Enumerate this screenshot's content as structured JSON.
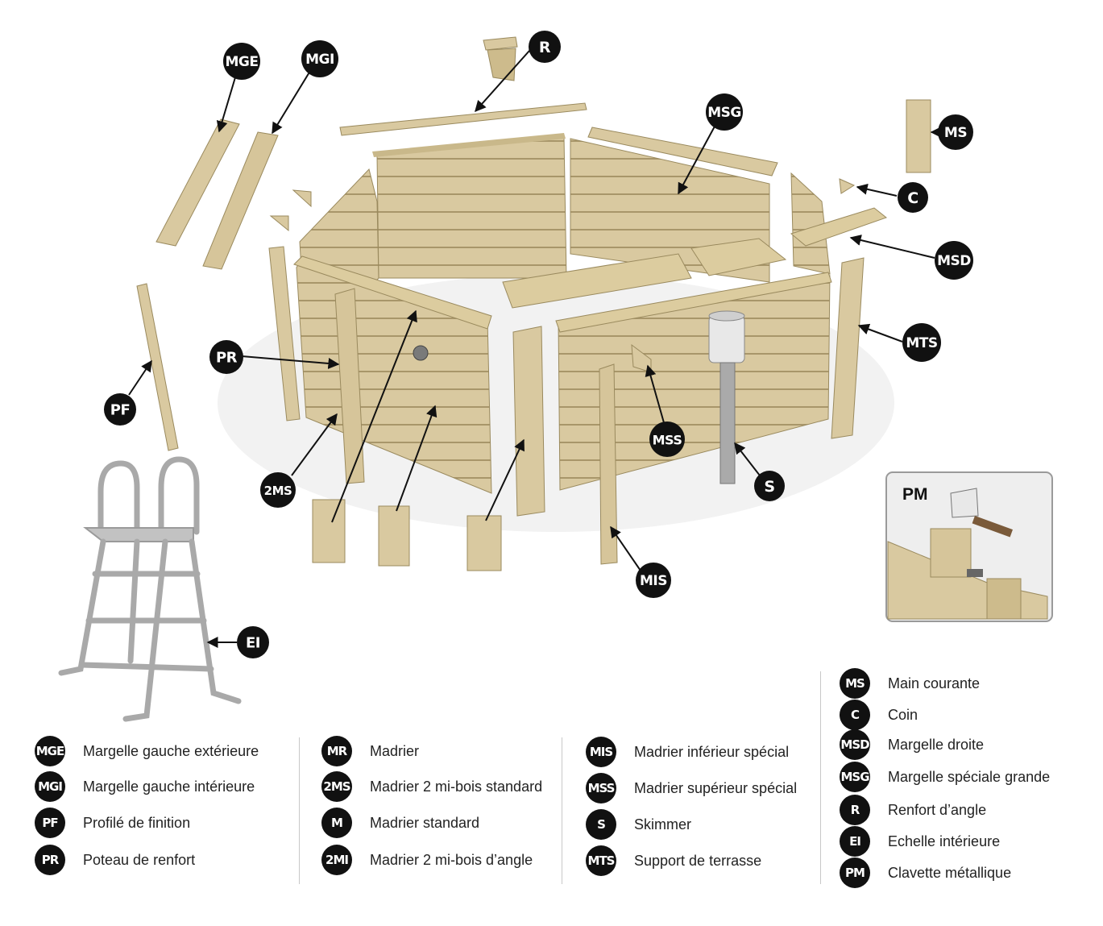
{
  "callouts": [
    {
      "code": "MGE"
    },
    {
      "code": "MGI"
    },
    {
      "code": "R"
    },
    {
      "code": "MSG"
    },
    {
      "code": "MS"
    },
    {
      "code": "C"
    },
    {
      "code": "MSD"
    },
    {
      "code": "MTS"
    },
    {
      "code": "PR"
    },
    {
      "code": "PF"
    },
    {
      "code": "2MS"
    },
    {
      "code": "MSS"
    },
    {
      "code": "S"
    },
    {
      "code": "MIS"
    },
    {
      "code": "EI"
    }
  ],
  "inset": {
    "title": "PM"
  },
  "legend": [
    [
      {
        "code": "MGE",
        "label": "Margelle gauche extérieure"
      },
      {
        "code": "MGI",
        "label": "Margelle gauche intérieure"
      },
      {
        "code": "PF",
        "label": "Profilé de finition"
      },
      {
        "code": "PR",
        "label": "Poteau de renfort"
      }
    ],
    [
      {
        "code": "MR",
        "label": "Madrier"
      },
      {
        "code": "2MS",
        "label": "Madrier 2 mi-bois standard"
      },
      {
        "code": "M",
        "label": "Madrier standard"
      },
      {
        "code": "2MI",
        "label": "Madrier 2 mi-bois d’angle"
      }
    ],
    [
      {
        "code": "MIS",
        "label": "Madrier inférieur spécial"
      },
      {
        "code": "MSS",
        "label": "Madrier supérieur spécial"
      },
      {
        "code": "S",
        "label": "Skimmer"
      },
      {
        "code": "MTS",
        "label": "Support de terrasse"
      }
    ],
    [
      {
        "code": "MS",
        "label": "Main courante"
      },
      {
        "code": "C",
        "label": "Coin"
      },
      {
        "code": "MSD",
        "label": "Margelle droite"
      },
      {
        "code": "MSG",
        "label": "Margelle spéciale grande"
      },
      {
        "code": "R",
        "label": "Renfort d’angle"
      },
      {
        "code": "EI",
        "label": "Echelle intérieure"
      },
      {
        "code": "PM",
        "label": "Clavette métallique"
      }
    ]
  ],
  "colors": {
    "wood": "#d9c9a0",
    "wood_dark": "#bba878",
    "wood_line": "#9a8a5e",
    "badge": "#111111",
    "metal": "#b8b8b8"
  }
}
